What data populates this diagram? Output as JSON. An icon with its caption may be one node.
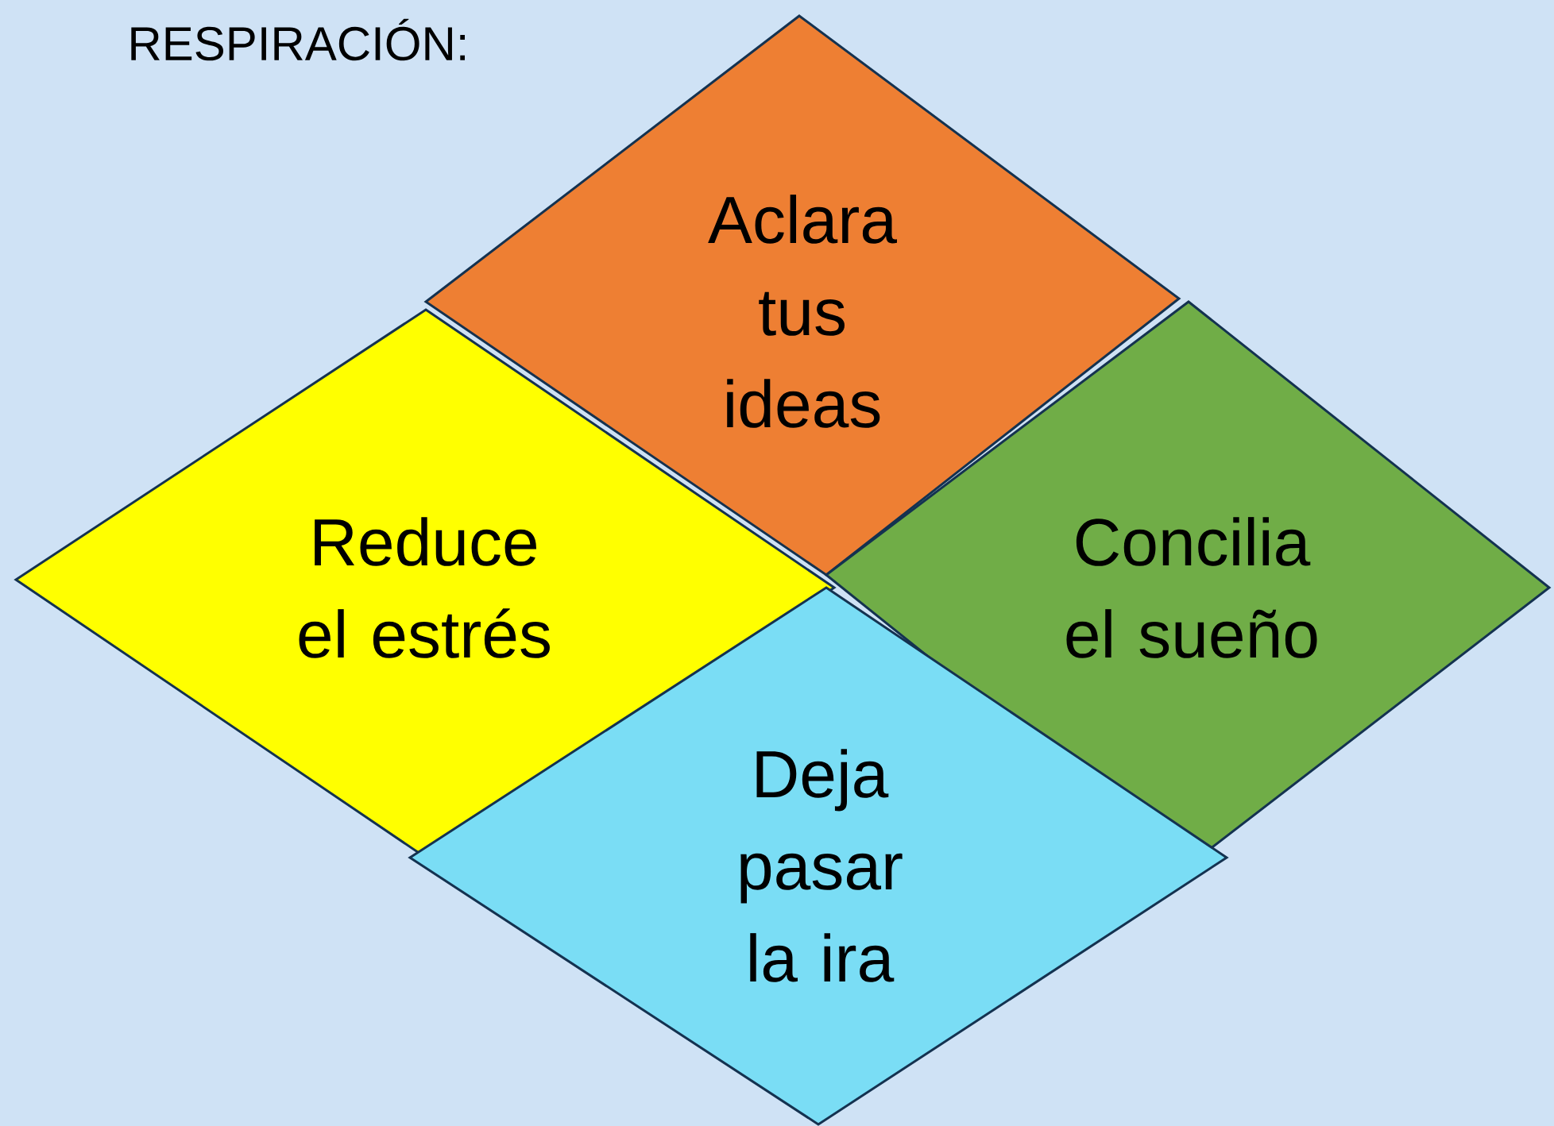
{
  "diagram": {
    "title": "RESPIRACIÓN:",
    "nodes": [
      {
        "text": [
          "Aclara tus ideas"
        ]
      },
      {
        "text": [
          "Reduce el estrés"
        ]
      },
      {
        "text": [
          "Concilia el sueño"
        ]
      },
      {
        "text": [
          "Deja pasar la ira"
        ]
      }
    ]
  }
}
